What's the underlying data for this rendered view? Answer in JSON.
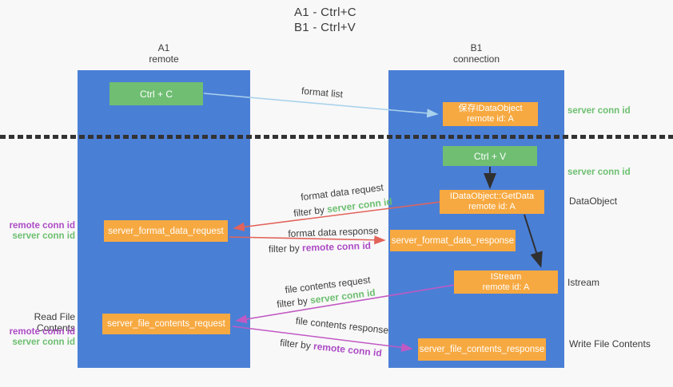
{
  "title": {
    "line1": "A1 - Ctrl+C",
    "line2": "B1 - Ctrl+V"
  },
  "columns": {
    "left": {
      "name": "A1",
      "subtitle": "remote"
    },
    "right": {
      "name": "B1",
      "subtitle": "connection"
    }
  },
  "nodes": {
    "ctrl_c": {
      "label": "Ctrl + C"
    },
    "save_idataobject": {
      "line1": "保存IDataObject",
      "line2": "remote id: A"
    },
    "ctrl_v": {
      "label": "Ctrl + V"
    },
    "getdata": {
      "line1": "IDataObject::GetData",
      "line2": "remote id: A"
    },
    "format_request": {
      "label": "server_format_data_request"
    },
    "format_response": {
      "label": "server_format_data_response"
    },
    "istream": {
      "line1": "IStream",
      "line2": "remote id: A"
    },
    "file_request": {
      "label": "server_file_contents_request"
    },
    "file_response": {
      "label": "server_file_contents_response"
    }
  },
  "flow_labels": {
    "format_list": "format list",
    "format_data_request": "format data request",
    "format_data_response": "format data response",
    "file_contents_request": "file contents request",
    "file_contents_response": "file contents response",
    "filter_by": "filter by",
    "server_conn_id": "server conn id",
    "remote_conn_id": "remote conn id"
  },
  "side_labels": {
    "left": {
      "read_file_contents": "Read File Contents",
      "remote_conn_id": "remote conn id",
      "server_conn_id": "server conn id"
    },
    "right": {
      "server_conn_id": "server conn id",
      "dataobject": "DataObject",
      "istream": "Istream",
      "write_file_contents": "Write File Contents"
    }
  },
  "colors": {
    "column_blue": "#4a7fd6",
    "box_green": "#6fbe72",
    "box_orange": "#f7a941",
    "text_green": "#6dbf70",
    "text_purple": "#ad4bc6",
    "arrow_red": "#e2635a",
    "arrow_magenta": "#c159c3",
    "arrow_lightblue": "#a9d2ec",
    "arrow_black": "#303030",
    "background": "#f8f8f8"
  }
}
